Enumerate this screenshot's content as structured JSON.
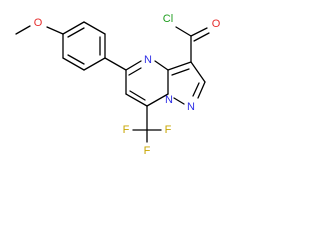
{
  "molecule": {
    "atoms": {
      "o_methoxy": "O",
      "n_ring_top": "N",
      "n_ring_bridge": "N",
      "n_pyrazole": "N",
      "o_carbonyl": "O",
      "cl": "Cl",
      "f1": "F",
      "f2": "F",
      "f3": "F"
    }
  },
  "colors": {
    "bond": "#000000",
    "nitrogen": "#2e2ee6",
    "oxygen": "#e62e2e",
    "chlorine": "#1f9e1f",
    "fluorine": "#c7a500"
  }
}
